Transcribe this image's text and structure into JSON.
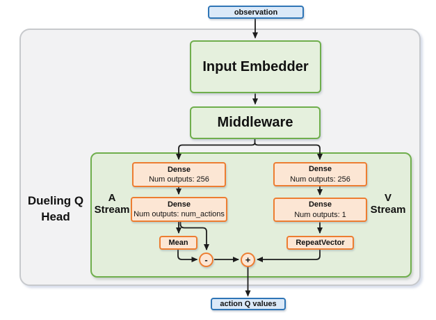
{
  "nodes": {
    "observation": "observation",
    "input_embedder": "Input Embedder",
    "middleware": "Middleware",
    "a_dense_1": {
      "title": "Dense",
      "subtitle": "Num outputs: 256"
    },
    "a_dense_2": {
      "title": "Dense",
      "subtitle": "Num outputs: num_actions"
    },
    "mean": "Mean",
    "v_dense_1": {
      "title": "Dense",
      "subtitle": "Num outputs: 256"
    },
    "v_dense_2": {
      "title": "Dense",
      "subtitle": "Num outputs: 1"
    },
    "repeat_vector": "RepeatVector",
    "minus_op": "-",
    "plus_op": "+",
    "action_q_values": "action Q values"
  },
  "labels": {
    "dueling_head": "Dueling Q Head",
    "a_stream": "A Stream",
    "v_stream": "V Stream"
  },
  "colors": {
    "io_fill": "#dbe9f8",
    "io_border": "#2e75b6",
    "green_fill": "#e5f0dd",
    "green_panel_fill": "#e3eedb",
    "green_border": "#6fae4c",
    "container_fill": "#f2f2f3",
    "container_border": "#c7c9cc",
    "orange_fill": "#fce6d4",
    "orange_border": "#ed7d31",
    "arrow": "#1c1c1c"
  }
}
